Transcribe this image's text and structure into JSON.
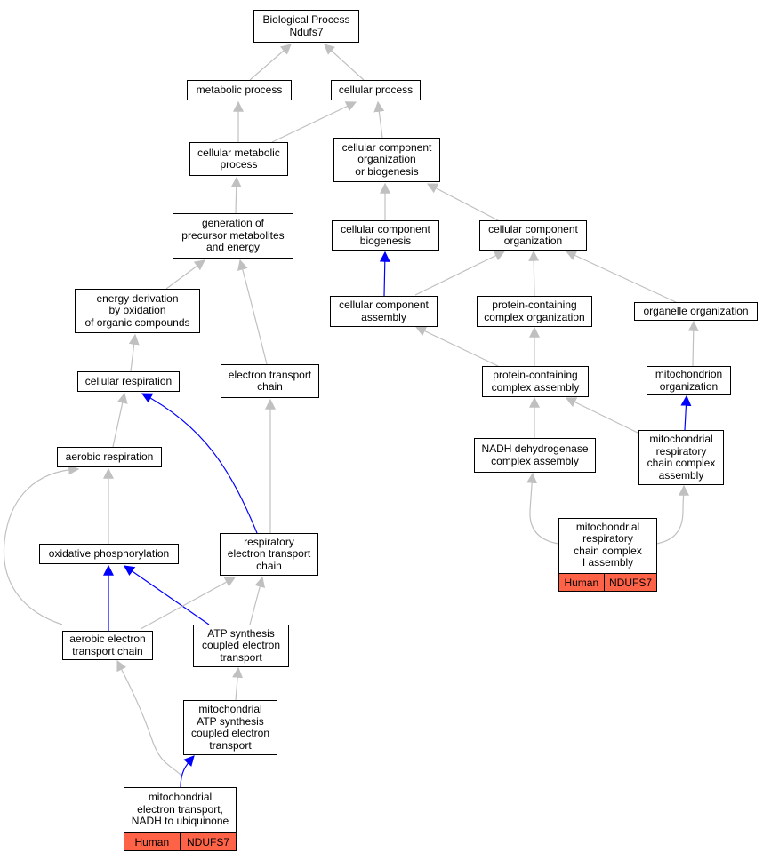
{
  "colors": {
    "edge_gray": "#c0c0c0",
    "edge_blue": "#0000ff",
    "annotation_fill": "#ff6347",
    "node_border": "#000000"
  },
  "nodes": {
    "biological_process": "Biological Process\nNdufs7",
    "metabolic_process": "metabolic process",
    "cellular_process": "cellular process",
    "cellular_metabolic_process": "cellular metabolic\nprocess",
    "ccob": "cellular component\norganization\nor biogenesis",
    "generation_precursor": "generation of\nprecursor metabolites\nand energy",
    "cc_biogenesis": "cellular component\nbiogenesis",
    "cc_organization": "cellular component\norganization",
    "energy_derivation": "energy derivation\nby oxidation\nof organic compounds",
    "cc_assembly": "cellular component\nassembly",
    "pc_organization": "protein-containing\ncomplex organization",
    "organelle_organization": "organelle organization",
    "cellular_respiration": "cellular respiration",
    "electron_transport_chain": "electron transport\nchain",
    "pc_assembly": "protein-containing\ncomplex assembly",
    "mito_organization": "mitochondrion\norganization",
    "aerobic_respiration": "aerobic respiration",
    "nadh_dh_assembly": "NADH dehydrogenase\ncomplex assembly",
    "mito_rc_assembly": "mitochondrial\nrespiratory\nchain complex\nassembly",
    "oxidative_phosphorylation": "oxidative phosphorylation",
    "respiratory_etc": "respiratory\nelectron transport\nchain",
    "aerobic_etc": "aerobic electron\ntransport chain",
    "atp_synthesis_coupled": "ATP synthesis\ncoupled electron\ntransport",
    "mito_atp_synthesis": "mitochondrial\nATP synthesis\ncoupled electron\ntransport"
  },
  "leaves": {
    "mito_complex_i_assembly": {
      "label": "mitochondrial\nrespiratory\nchain complex\nI assembly",
      "species": "Human",
      "gene": "NDUFS7"
    },
    "mito_et_nadh": {
      "label": "mitochondrial\nelectron transport,\nNADH to ubiquinone",
      "species": "Human",
      "gene": "NDUFS7"
    }
  }
}
